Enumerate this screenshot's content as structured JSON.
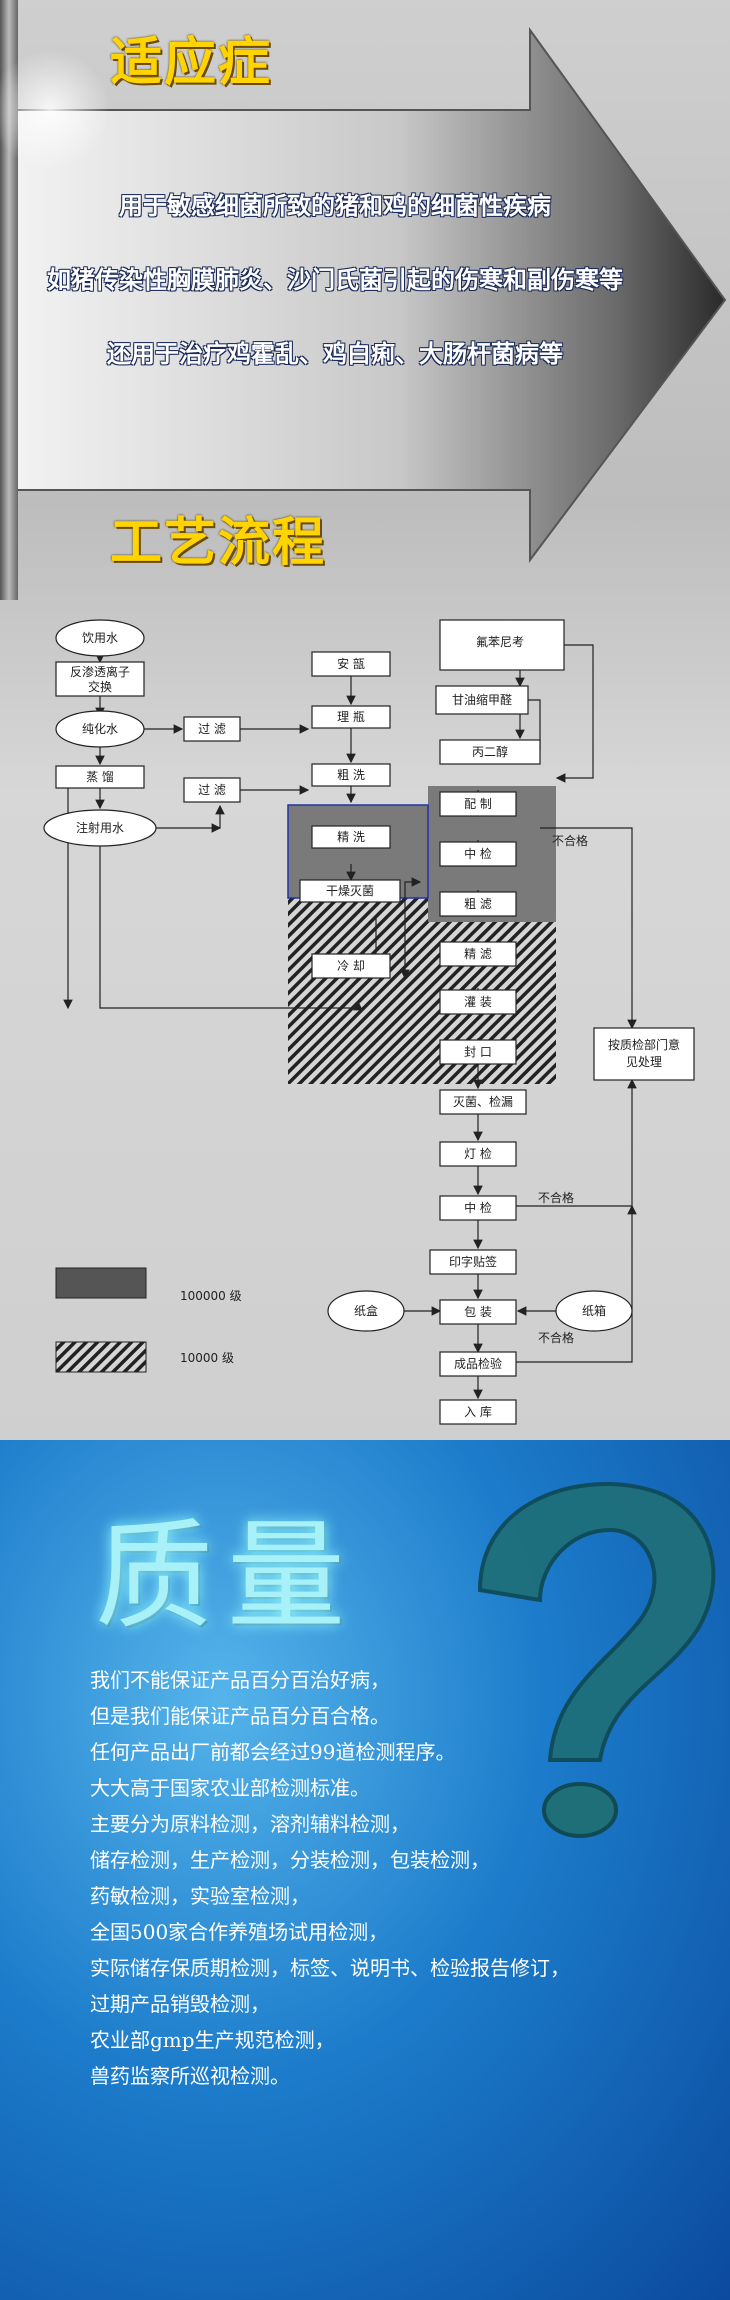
{
  "indication": {
    "heading": "适应症",
    "lines": [
      "用于敏感细菌所致的猪和鸡的细菌性疾病",
      "如猪传染性胸膜肺炎、沙门氏菌引起的伤寒和副伤寒等",
      "还用于治疗鸡霍乱、鸡白痢、大肠杆菌病等"
    ]
  },
  "process": {
    "heading": "工艺流程",
    "nodes": {
      "drink_water": "饮用水",
      "ro": "反渗透离子",
      "ro2": "交换",
      "pure_water": "纯化水",
      "distill": "蒸 馏",
      "inject_water": "注射用水",
      "filter1": "过 滤",
      "filter2": "过 滤",
      "ampoule": "安 瓿",
      "sort_bottle": "理 瓶",
      "rough_wash": "粗 洗",
      "fine_wash": "精 洗",
      "dry_sterilize": "干燥灭菌",
      "cool": "冷 却",
      "florfenicol": "氟苯尼考",
      "glycerol_formal": "甘油缩甲醛",
      "propylene_glycol": "丙二醇",
      "prepare": "配 制",
      "mid_check1": "中 检",
      "rough_filter": "粗 滤",
      "fine_filter": "精 滤",
      "fill": "灌 装",
      "seal": "封 口",
      "sterilize_leak": "灭菌、检漏",
      "light_check": "灯 检",
      "mid_check2": "中 检",
      "print_label": "印字贴签",
      "carton": "纸盒",
      "pack": "包 装",
      "case": "纸箱",
      "final_check": "成品检验",
      "store": "入 库",
      "qa": "按质检部门意",
      "qa2": "见处理",
      "fail1": "不合格",
      "fail2": "不合格",
      "fail3": "不合格"
    },
    "legend": [
      {
        "label": "100000 级",
        "style": "solid"
      },
      {
        "label": "10000 级",
        "style": "hatch"
      }
    ]
  },
  "quality": {
    "title": "质量",
    "lines": [
      "我们不能保证产品百分百治好病，",
      "但是我们能保证产品百分百合格。",
      "任何产品出厂前都会经过99道检测程序。",
      "大大高于国家农业部检测标准。",
      "主要分为原料检测，溶剂辅料检测，",
      "储存检测，生产检测，分装检测，包装检测，",
      "药敏检测，实验室检测，",
      "全国500家合作养殖场试用检测，",
      "实际储存保质期检测，标签、说明书、检验报告修订，",
      "过期产品销毁检测，",
      "农业部gmp生产规范检测，",
      "兽药监察所巡视检测。"
    ]
  },
  "colors": {
    "heading": "#ffd400",
    "quality_bg": "#1c7ccb",
    "qmark": "#1f6f78"
  }
}
